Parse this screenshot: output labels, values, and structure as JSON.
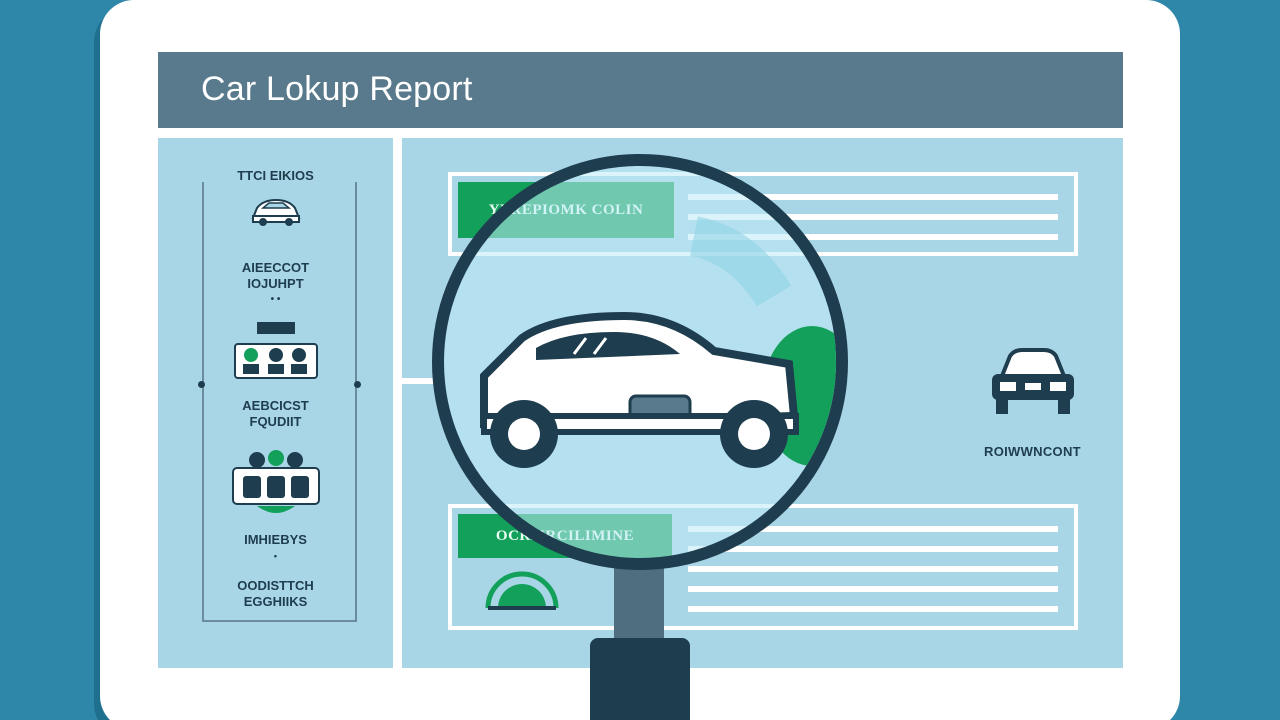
{
  "app": {
    "title": "Car Lokup Report"
  },
  "sidebar": {
    "heading": "TTCI EIKIOS",
    "items": [
      {
        "line1": "AIEECCOT",
        "line2": "IOJUHPT",
        "line3": "• •"
      },
      {
        "line1": "AEBCICST",
        "line2": "FQUDIIT"
      },
      {
        "line1": "IMHIEBYS",
        "line2": "•"
      },
      {
        "line1": "OODISTTCH",
        "line2": "EGGHIIKS"
      }
    ]
  },
  "main": {
    "top_panel": {
      "tag": "YEREPIOMK COLIN"
    },
    "bottom_panel": {
      "tag": "OCRMRCILIMINE"
    },
    "car_label": "ROIWWNCONT"
  },
  "colors": {
    "background": "#2e86a8",
    "title_bar": "#587a8c",
    "panel_bg": "#a9d6e6",
    "accent_green": "#13a05a",
    "dark": "#1e3d4e"
  },
  "icons": [
    "car-front-icon",
    "car-side-icon",
    "magnifier-icon",
    "gauge-icon",
    "seat-icon",
    "car-small-icon"
  ]
}
